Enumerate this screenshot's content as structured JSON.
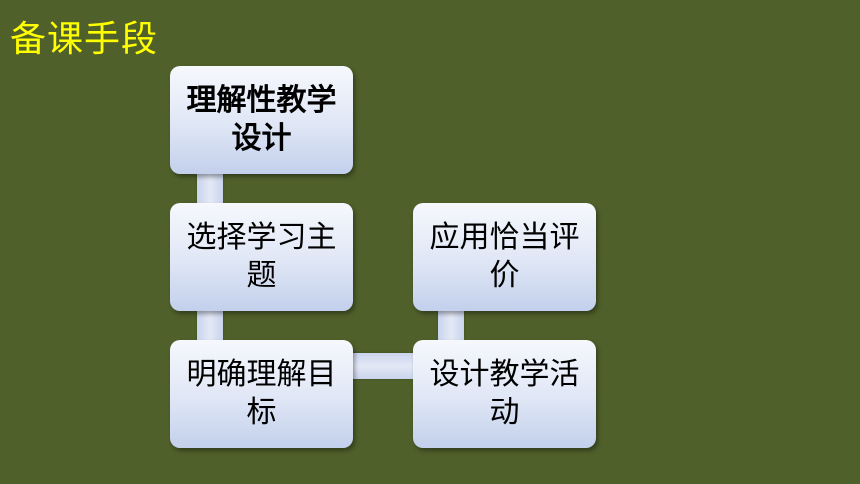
{
  "title": "备课手段",
  "colors": {
    "background": "#4f602b",
    "title": "#ffff00",
    "box_fill_top": "#f6f8fd",
    "box_fill_bottom": "#c3d0ec",
    "text": "#000000"
  },
  "nodes": [
    {
      "id": "understanding-design",
      "label": "理解性教学设计"
    },
    {
      "id": "choose-topic",
      "label": "选择学习主题"
    },
    {
      "id": "clarify-goals",
      "label": "明确理解目标"
    },
    {
      "id": "design-activities",
      "label": "设计教学活动"
    },
    {
      "id": "apply-evaluation",
      "label": "应用恰当评价"
    }
  ],
  "edges": [
    [
      "understanding-design",
      "choose-topic"
    ],
    [
      "choose-topic",
      "clarify-goals"
    ],
    [
      "clarify-goals",
      "design-activities"
    ],
    [
      "design-activities",
      "apply-evaluation"
    ]
  ]
}
